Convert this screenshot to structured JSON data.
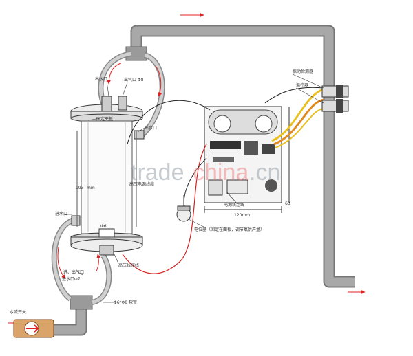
{
  "labels": {
    "water_outlet": "出水口",
    "air_outlet": "出气口 Φ8",
    "fixing_plate": "固定夹板",
    "return_port_top": "出水口",
    "length_dim": "193",
    "length_unit": "mm",
    "hv_cable": "高压电源线缆",
    "water_inlet_side": "进水口",
    "bottom_size": "Φ6",
    "bottom_port_inlet": "进水口Φ7",
    "bottom_port_outlet": "进、出气口",
    "hv_cable_bottom": "高压线缆线",
    "tube_size": "Φ6*Φ8 软管",
    "water_switch": "水流开关",
    "flow_switch": "振动检测器",
    "temp_switch": "温控器",
    "power_connector": "电源线连线",
    "board_width": "120mm",
    "board_height": "63",
    "potentiometer": "电位器（固定在面板，调节氧供产量）"
  },
  "watermark": {
    "text_left": "trade",
    "text_right": "china",
    "text_tld": ".cn"
  },
  "colors": {
    "pipe": "#9a9a9a",
    "pipe_dark": "#777777",
    "arrow_red": "#e02020",
    "wire_red": "#d42020",
    "wire_yellow": "#e8c020",
    "wire_orange": "#e08a20",
    "board": "#f4f4f4",
    "valve": "#d9a36a"
  }
}
